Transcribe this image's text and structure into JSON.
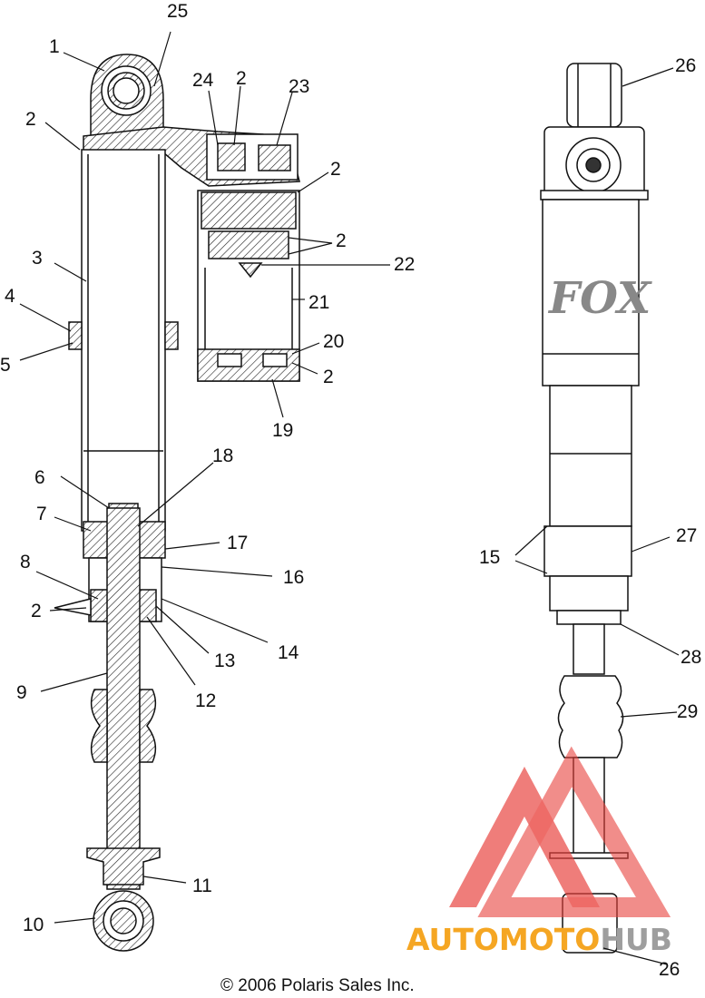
{
  "diagram": {
    "callouts": {
      "c1": "1",
      "c25": "25",
      "c2a": "2",
      "c3": "3",
      "c4": "4",
      "c5": "5",
      "c24": "24",
      "c2b": "2",
      "c23": "23",
      "c2c": "2",
      "c2d": "2",
      "c22": "22",
      "c21": "21",
      "c20": "20",
      "c2e": "2",
      "c19": "19",
      "c18": "18",
      "c6": "6",
      "c7": "7",
      "c17": "17",
      "c16": "16",
      "c8": "8",
      "c2f": "2",
      "c13": "13",
      "c14": "14",
      "c12": "12",
      "c9": "9",
      "c11": "11",
      "c10": "10",
      "c26a": "26",
      "c27": "27",
      "c15": "15",
      "c28": "28",
      "c29": "29",
      "c26b": "26"
    },
    "shock_branding": "FOX",
    "copyright": "© 2006 Polaris Sales Inc."
  },
  "watermark": {
    "text_part1": "AUTOMOTO",
    "text_part2": "HUB",
    "colors": {
      "orange": "#f5a623",
      "gray": "#9e9e9e",
      "red": "#e8413c"
    }
  }
}
